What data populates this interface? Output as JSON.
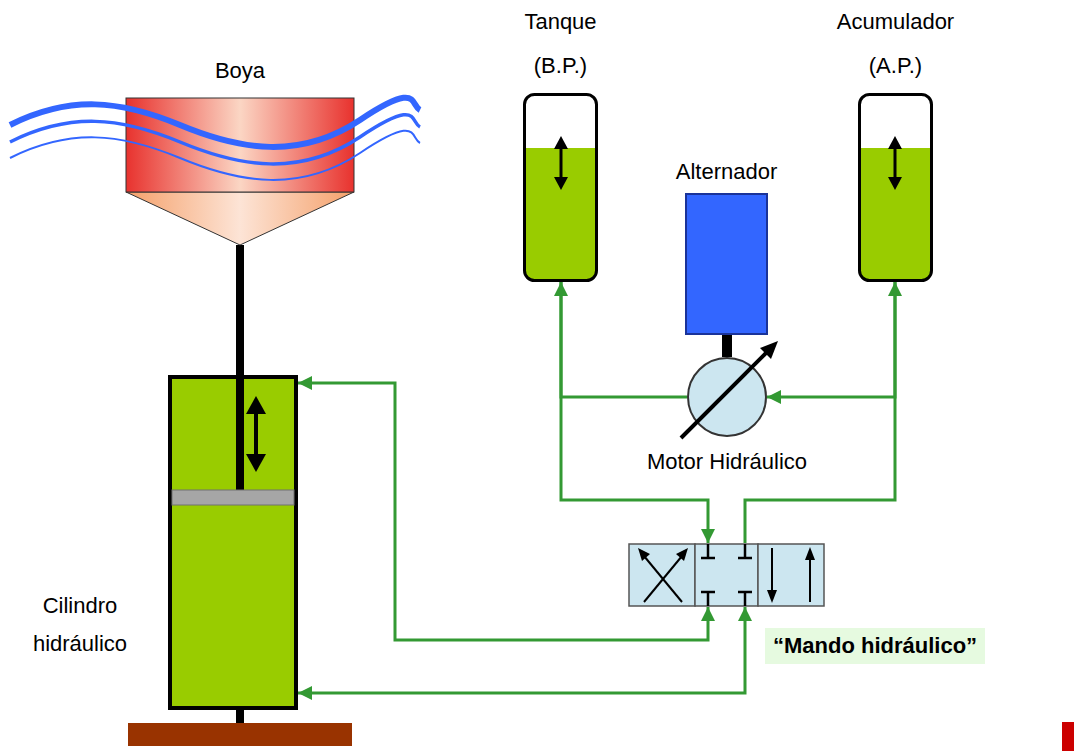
{
  "diagram": {
    "nodes": [
      {
        "text": [
          "Boya"
        ]
      },
      {
        "text": [
          "Tanque (B.P.)"
        ]
      },
      {
        "text": [
          "Acumulador (A.P.)"
        ]
      },
      {
        "text": [
          "Alternador"
        ]
      },
      {
        "text": [
          "Motor Hidráulico"
        ]
      },
      {
        "text": [
          "Cilindro hidráulico"
        ]
      },
      {
        "text": [
          "“Mando hidráulico”"
        ]
      }
    ],
    "edges": [
      {
        "from": 0,
        "to": 5,
        "arrow": "none"
      },
      {
        "from": 5,
        "to": 6,
        "arrow": "both"
      },
      {
        "from": 5,
        "to": 6,
        "arrow": "both"
      },
      {
        "from": 1,
        "to": 6,
        "arrow": "to"
      },
      {
        "from": 6,
        "to": 2,
        "arrow": "to"
      },
      {
        "from": 2,
        "to": 4,
        "arrow": "to"
      },
      {
        "from": 4,
        "to": 1,
        "arrow": "to"
      },
      {
        "from": 4,
        "to": 3,
        "arrow": "none"
      }
    ]
  }
}
